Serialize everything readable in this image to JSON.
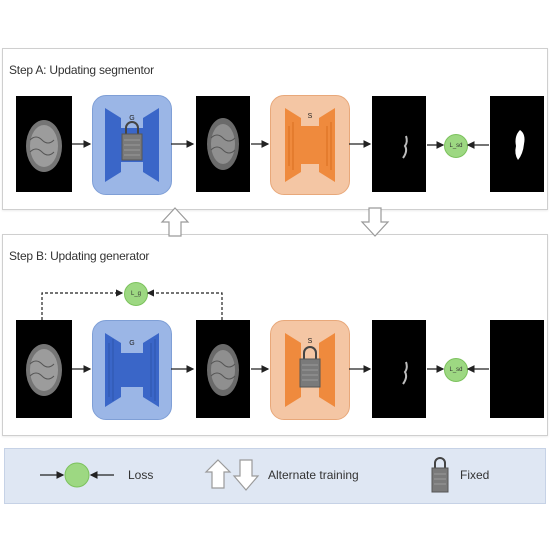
{
  "step_a": {
    "title": "Step A: Updating segmentor",
    "generator_label": "G",
    "segmentor_label": "S",
    "loss_label": "L_sd"
  },
  "step_b": {
    "title": "Step B: Updating generator",
    "generator_label": "G",
    "segmentor_label": "S",
    "loss_top_label": "L_g",
    "loss_right_label": "L_sd"
  },
  "legend": {
    "loss_label": "Loss",
    "alternate_label": "Alternate training",
    "fixed_label": "Fixed"
  },
  "colors": {
    "generator_blue": "#3a66c8",
    "segmentor_orange": "#ef8a3d",
    "loss_green": "#9dd882",
    "fixed_gray": "#7a7a7a"
  }
}
